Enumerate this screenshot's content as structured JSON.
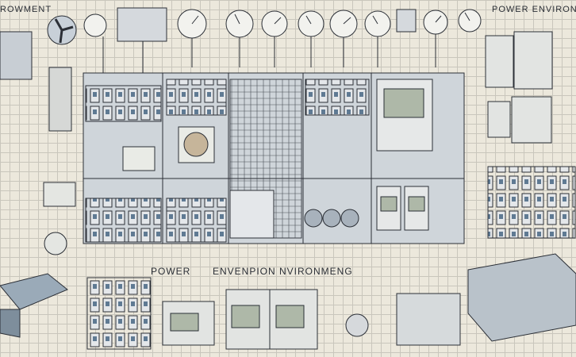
{
  "labels": {
    "top_left": "ROWMENT",
    "top_right": "POWER ENVIRONM",
    "center_left": "POWER",
    "center_right": "ENVENPION NVIRONMENG"
  },
  "colors": {
    "paper": "#ece8dc",
    "ink": "#2b2f36",
    "steel": "#8a97a8",
    "panel": "#d9dde0",
    "accent": "#5f7a93"
  }
}
